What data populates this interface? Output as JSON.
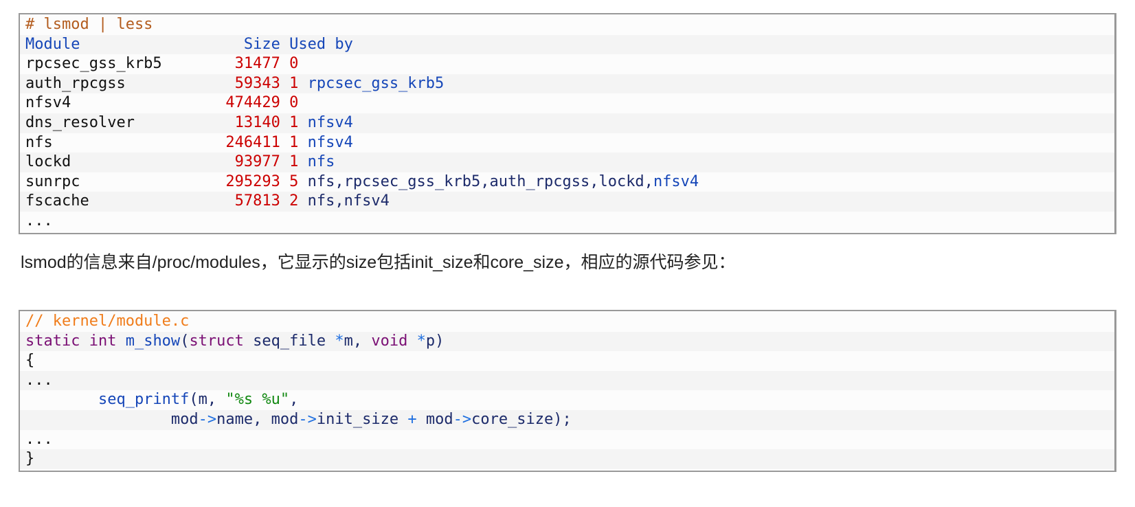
{
  "lsmod_block": {
    "command": "# lsmod | less",
    "header": {
      "module": "Module",
      "size": "Size",
      "used_by": "Used by"
    },
    "rows": [
      {
        "name": "rpcsec_gss_krb5",
        "size": "31477",
        "count": "0",
        "used": []
      },
      {
        "name": "auth_rpcgss",
        "size": "59343",
        "count": "1",
        "used": [
          {
            "t": "rpcsec_gss_krb5",
            "c": "blue"
          }
        ]
      },
      {
        "name": "nfsv4",
        "size": "474429",
        "count": "0",
        "used": []
      },
      {
        "name": "dns_resolver",
        "size": "13140",
        "count": "1",
        "used": [
          {
            "t": "nfsv4",
            "c": "blue"
          }
        ]
      },
      {
        "name": "nfs",
        "size": "246411",
        "count": "1",
        "used": [
          {
            "t": "nfsv4",
            "c": "blue"
          }
        ]
      },
      {
        "name": "lockd",
        "size": "93977",
        "count": "1",
        "used": [
          {
            "t": "nfs",
            "c": "blue"
          }
        ]
      },
      {
        "name": "sunrpc",
        "size": "295293",
        "count": "5",
        "used": [
          {
            "t": "nfs,rpcsec_gss_krb5,auth_rpcgss,lockd,",
            "c": "navy"
          },
          {
            "t": "nfsv4",
            "c": "blue"
          }
        ]
      },
      {
        "name": "fscache",
        "size": "57813",
        "count": "2",
        "used": [
          {
            "t": "nfs,nfsv4",
            "c": "navy"
          }
        ]
      }
    ],
    "ellipsis": "..."
  },
  "paragraph": "lsmod的信息来自/proc/modules，它显示的size包括init_size和core_size，相应的源代码参见：",
  "source_block": {
    "lines": [
      [
        {
          "t": "// kernel/module.c",
          "c": "cmt2"
        }
      ],
      [
        {
          "t": "static int ",
          "c": "kw"
        },
        {
          "t": "m_show",
          "c": "fn"
        },
        {
          "t": "(",
          "c": "navy"
        },
        {
          "t": "struct",
          "c": "kw"
        },
        {
          "t": " seq_file ",
          "c": "navy"
        },
        {
          "t": "*",
          "c": "op"
        },
        {
          "t": "m, ",
          "c": "navy"
        },
        {
          "t": "void",
          "c": "kw"
        },
        {
          "t": " ",
          "c": "navy"
        },
        {
          "t": "*",
          "c": "op"
        },
        {
          "t": "p)",
          "c": "navy"
        }
      ],
      [
        {
          "t": "{",
          "c": "plain"
        }
      ],
      [
        {
          "t": "...",
          "c": "plain"
        }
      ],
      [
        {
          "t": "        seq_printf",
          "c": "fn"
        },
        {
          "t": "(m, ",
          "c": "navy"
        },
        {
          "t": "\"%s %u\"",
          "c": "str"
        },
        {
          "t": ",",
          "c": "navy"
        }
      ],
      [
        {
          "t": "                mod",
          "c": "navy"
        },
        {
          "t": "->",
          "c": "op"
        },
        {
          "t": "name, mod",
          "c": "navy"
        },
        {
          "t": "->",
          "c": "op"
        },
        {
          "t": "init_size ",
          "c": "navy"
        },
        {
          "t": "+",
          "c": "op"
        },
        {
          "t": " mod",
          "c": "navy"
        },
        {
          "t": "->",
          "c": "op"
        },
        {
          "t": "core_size);",
          "c": "navy"
        }
      ],
      [
        {
          "t": "...",
          "c": "plain"
        }
      ],
      [
        {
          "t": "}",
          "c": "plain"
        }
      ]
    ]
  }
}
